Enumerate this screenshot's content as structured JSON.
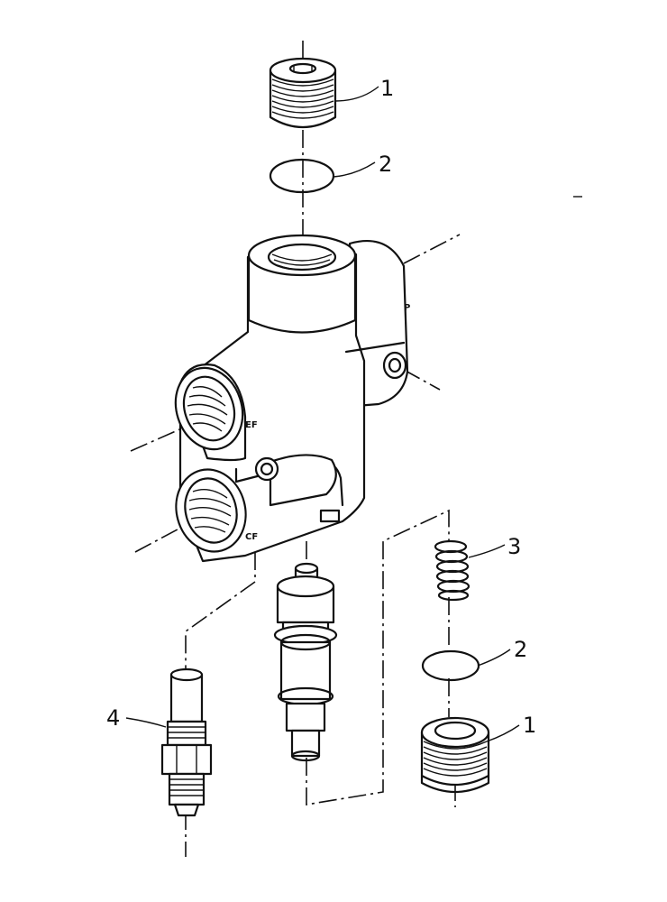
{
  "callouts": {
    "top_plug": "1",
    "top_oring": "2",
    "spring": "3",
    "fitting": "4",
    "bottom_oring": "2",
    "bottom_plug": "1"
  },
  "ports": {
    "p": "P",
    "ef": "EF",
    "cf": "CF"
  }
}
